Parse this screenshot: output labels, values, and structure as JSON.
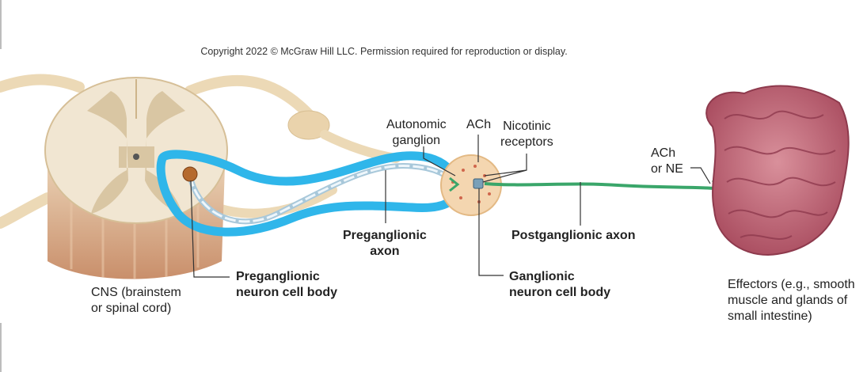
{
  "copyright": "Copyright 2022 © McGraw Hill LLC. Permission required for reproduction or display.",
  "labels": {
    "autonomic_ganglion": [
      "Autonomic",
      "ganglion"
    ],
    "ach_top": "ACh",
    "nicotinic_receptors": [
      "Nicotinic",
      "receptors"
    ],
    "ach_or_ne": [
      "ACh",
      "or NE"
    ],
    "preganglionic_axon": [
      "Preganglionic",
      "axon"
    ],
    "postganglionic_axon": "Postganglionic axon",
    "preganglionic_cell_body": [
      "Preganglionic",
      "neuron cell body"
    ],
    "ganglionic_cell_body": [
      "Ganglionic",
      "neuron cell body"
    ],
    "cns": [
      "CNS (brainstem",
      "or spinal cord)"
    ],
    "effectors": [
      "Effectors (e.g., smooth",
      "muscle and glands of",
      "small intestine)"
    ]
  },
  "colors": {
    "spinal_cord_white": "#f1e6d2",
    "spinal_cord_gray": "#d9c6a3",
    "nerve": "#ecd9b6",
    "preganglionic_axon": "#a8c8da",
    "postganglionic_axon": "#3aa66a",
    "highlight": "#2fb6ea",
    "ganglion": "#f4d6b0",
    "intestine": "#c76a7a",
    "cell_body": "#b56a2e"
  }
}
